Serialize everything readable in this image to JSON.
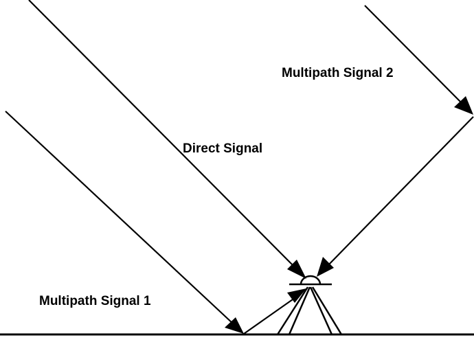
{
  "labels": {
    "direct_signal": "Direct Signal",
    "multipath_signal_1": "Multipath Signal 1",
    "multipath_signal_2": "Multipath Signal 2"
  },
  "colors": {
    "background": "#ffffff",
    "ink": "#000000"
  }
}
